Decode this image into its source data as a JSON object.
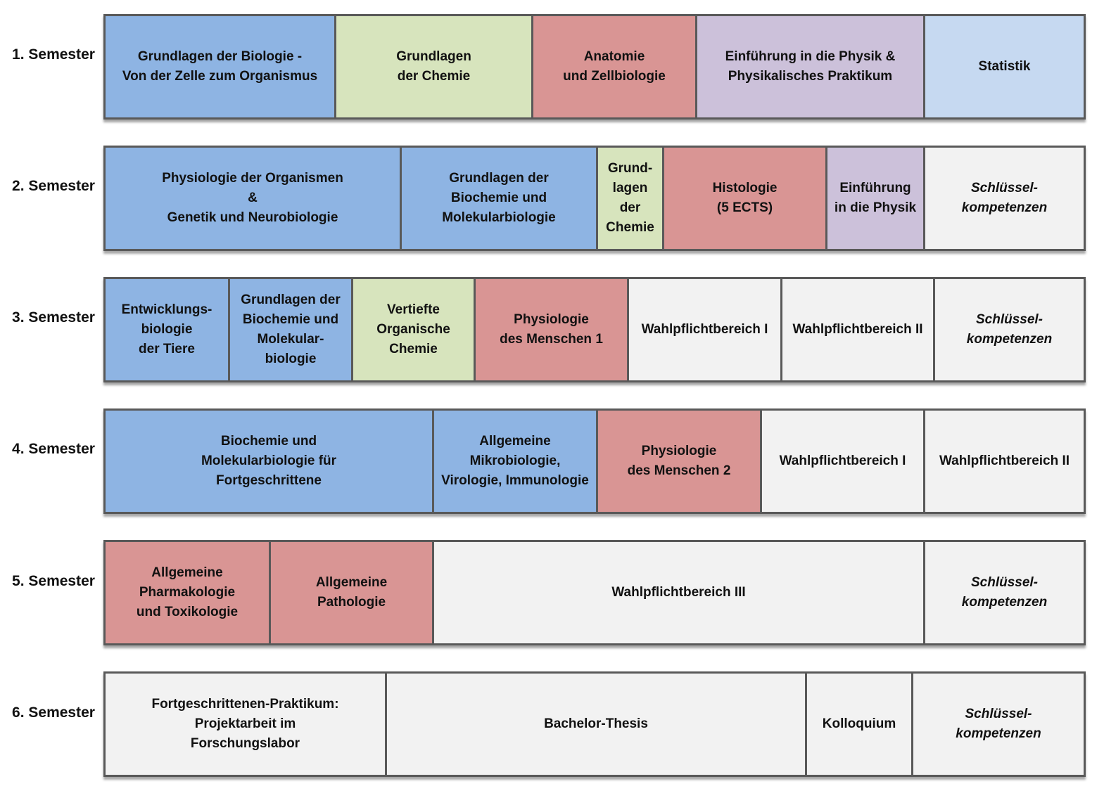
{
  "colors": {
    "border": "#595959",
    "biology_blue": "#8eb4e3",
    "chemistry_green": "#d7e4bd",
    "medicine_red": "#d99594",
    "physics_purple": "#ccc1da",
    "statistics_lightblue": "#c6d9f1",
    "elective_grey": "#f2f2f2"
  },
  "semesters": [
    {
      "label": "1.\nSemester",
      "modules": [
        {
          "text": "Grundlagen der Biologie -\nVon der Zelle zum Organismus"
        },
        {
          "text": "Grundlagen\nder Chemie"
        },
        {
          "text": "Anatomie\nund Zellbiologie"
        },
        {
          "text": "Einführung  in die Physik &\nPhysikalisches Praktikum"
        },
        {
          "text": "Statistik"
        }
      ]
    },
    {
      "label": "2.\nSemester",
      "modules": [
        {
          "text": "Physiologie der Organismen\n&\nGenetik und Neurobiologie"
        },
        {
          "text": "Grundlagen der\nBiochemie und\nMolekularbiologie"
        },
        {
          "text": "Grund-\nlagen\nder\nChemie"
        },
        {
          "text": "Histologie\n(5 ECTS)"
        },
        {
          "text": "Einführung\nin die Physik"
        },
        {
          "text": "Schlüssel-\nkompetenzen"
        }
      ]
    },
    {
      "label": "3.\nSemester",
      "modules": [
        {
          "text": "Entwicklungs-\nbiologie\nder Tiere"
        },
        {
          "text": "Grundlagen der\nBiochemie und\nMolekular-\nbiologie"
        },
        {
          "text": "Vertiefte\nOrganische\nChemie"
        },
        {
          "text": "Physiologie\ndes Menschen 1"
        },
        {
          "text": "Wahlpflichtbereich I"
        },
        {
          "text": "Wahlpflichtbereich II"
        },
        {
          "text": "Schlüssel-\nkompetenzen"
        }
      ]
    },
    {
      "label": "4.\nSemester",
      "modules": [
        {
          "text": "Biochemie und\nMolekularbiologie für\nFortgeschrittene"
        },
        {
          "text": "Allgemeine\nMikrobiologie,\nVirologie, Immunologie"
        },
        {
          "text": "Physiologie\ndes Menschen 2"
        },
        {
          "text": "Wahlpflichtbereich I"
        },
        {
          "text": "Wahlpflichtbereich II"
        }
      ]
    },
    {
      "label": "5.\nSemester",
      "modules": [
        {
          "text": "Allgemeine\nPharmakologie\nund Toxikologie"
        },
        {
          "text": "Allgemeine\nPathologie"
        },
        {
          "text": "Wahlpflichtbereich III"
        },
        {
          "text": "Schlüssel-\nkompetenzen"
        }
      ]
    },
    {
      "label": "6.\nSemester",
      "modules": [
        {
          "text": "Fortgeschrittenen-Praktikum:\nProjektarbeit im\nForschungslabor"
        },
        {
          "text": "Bachelor-Thesis"
        },
        {
          "text": "Kolloquium"
        },
        {
          "text": "Schlüssel-\nkompetenzen"
        }
      ]
    }
  ]
}
